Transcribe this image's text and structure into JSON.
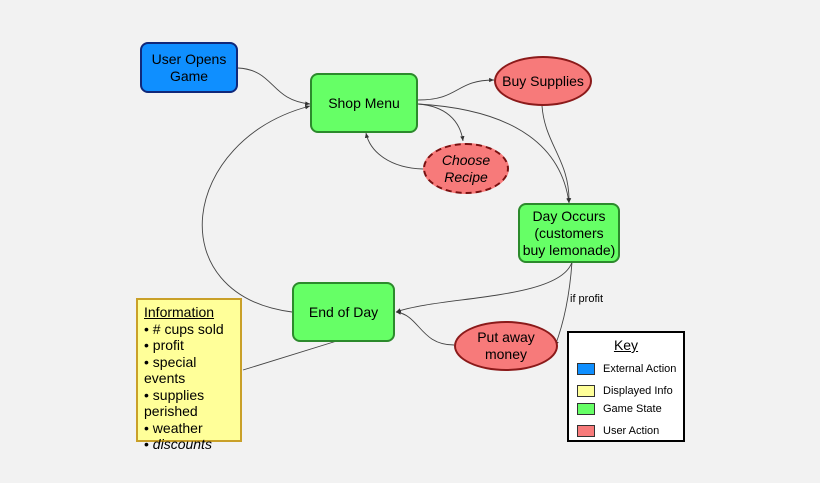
{
  "nodes": {
    "user_opens_game": "User Opens Game",
    "shop_menu": "Shop Menu",
    "buy_supplies": "Buy Supplies",
    "choose_recipe": "Choose Recipe",
    "day_occurs": "Day Occurs (customers buy lemonade)",
    "end_of_day": "End of Day",
    "put_away_money": "Put away money"
  },
  "edge_labels": {
    "if_profit": "if profit"
  },
  "information": {
    "title": "Information",
    "items": [
      "# cups sold",
      "profit",
      "special events",
      "supplies perished",
      "weather",
      "discounts"
    ]
  },
  "key": {
    "title": "Key",
    "items": [
      {
        "label": "External Action",
        "color": "#0f8fff"
      },
      {
        "label": "Displayed Info",
        "color": "#ffff99"
      },
      {
        "label": "Game State",
        "color": "#66ff66"
      },
      {
        "label": "User Action",
        "color": "#f77a7a"
      }
    ]
  }
}
